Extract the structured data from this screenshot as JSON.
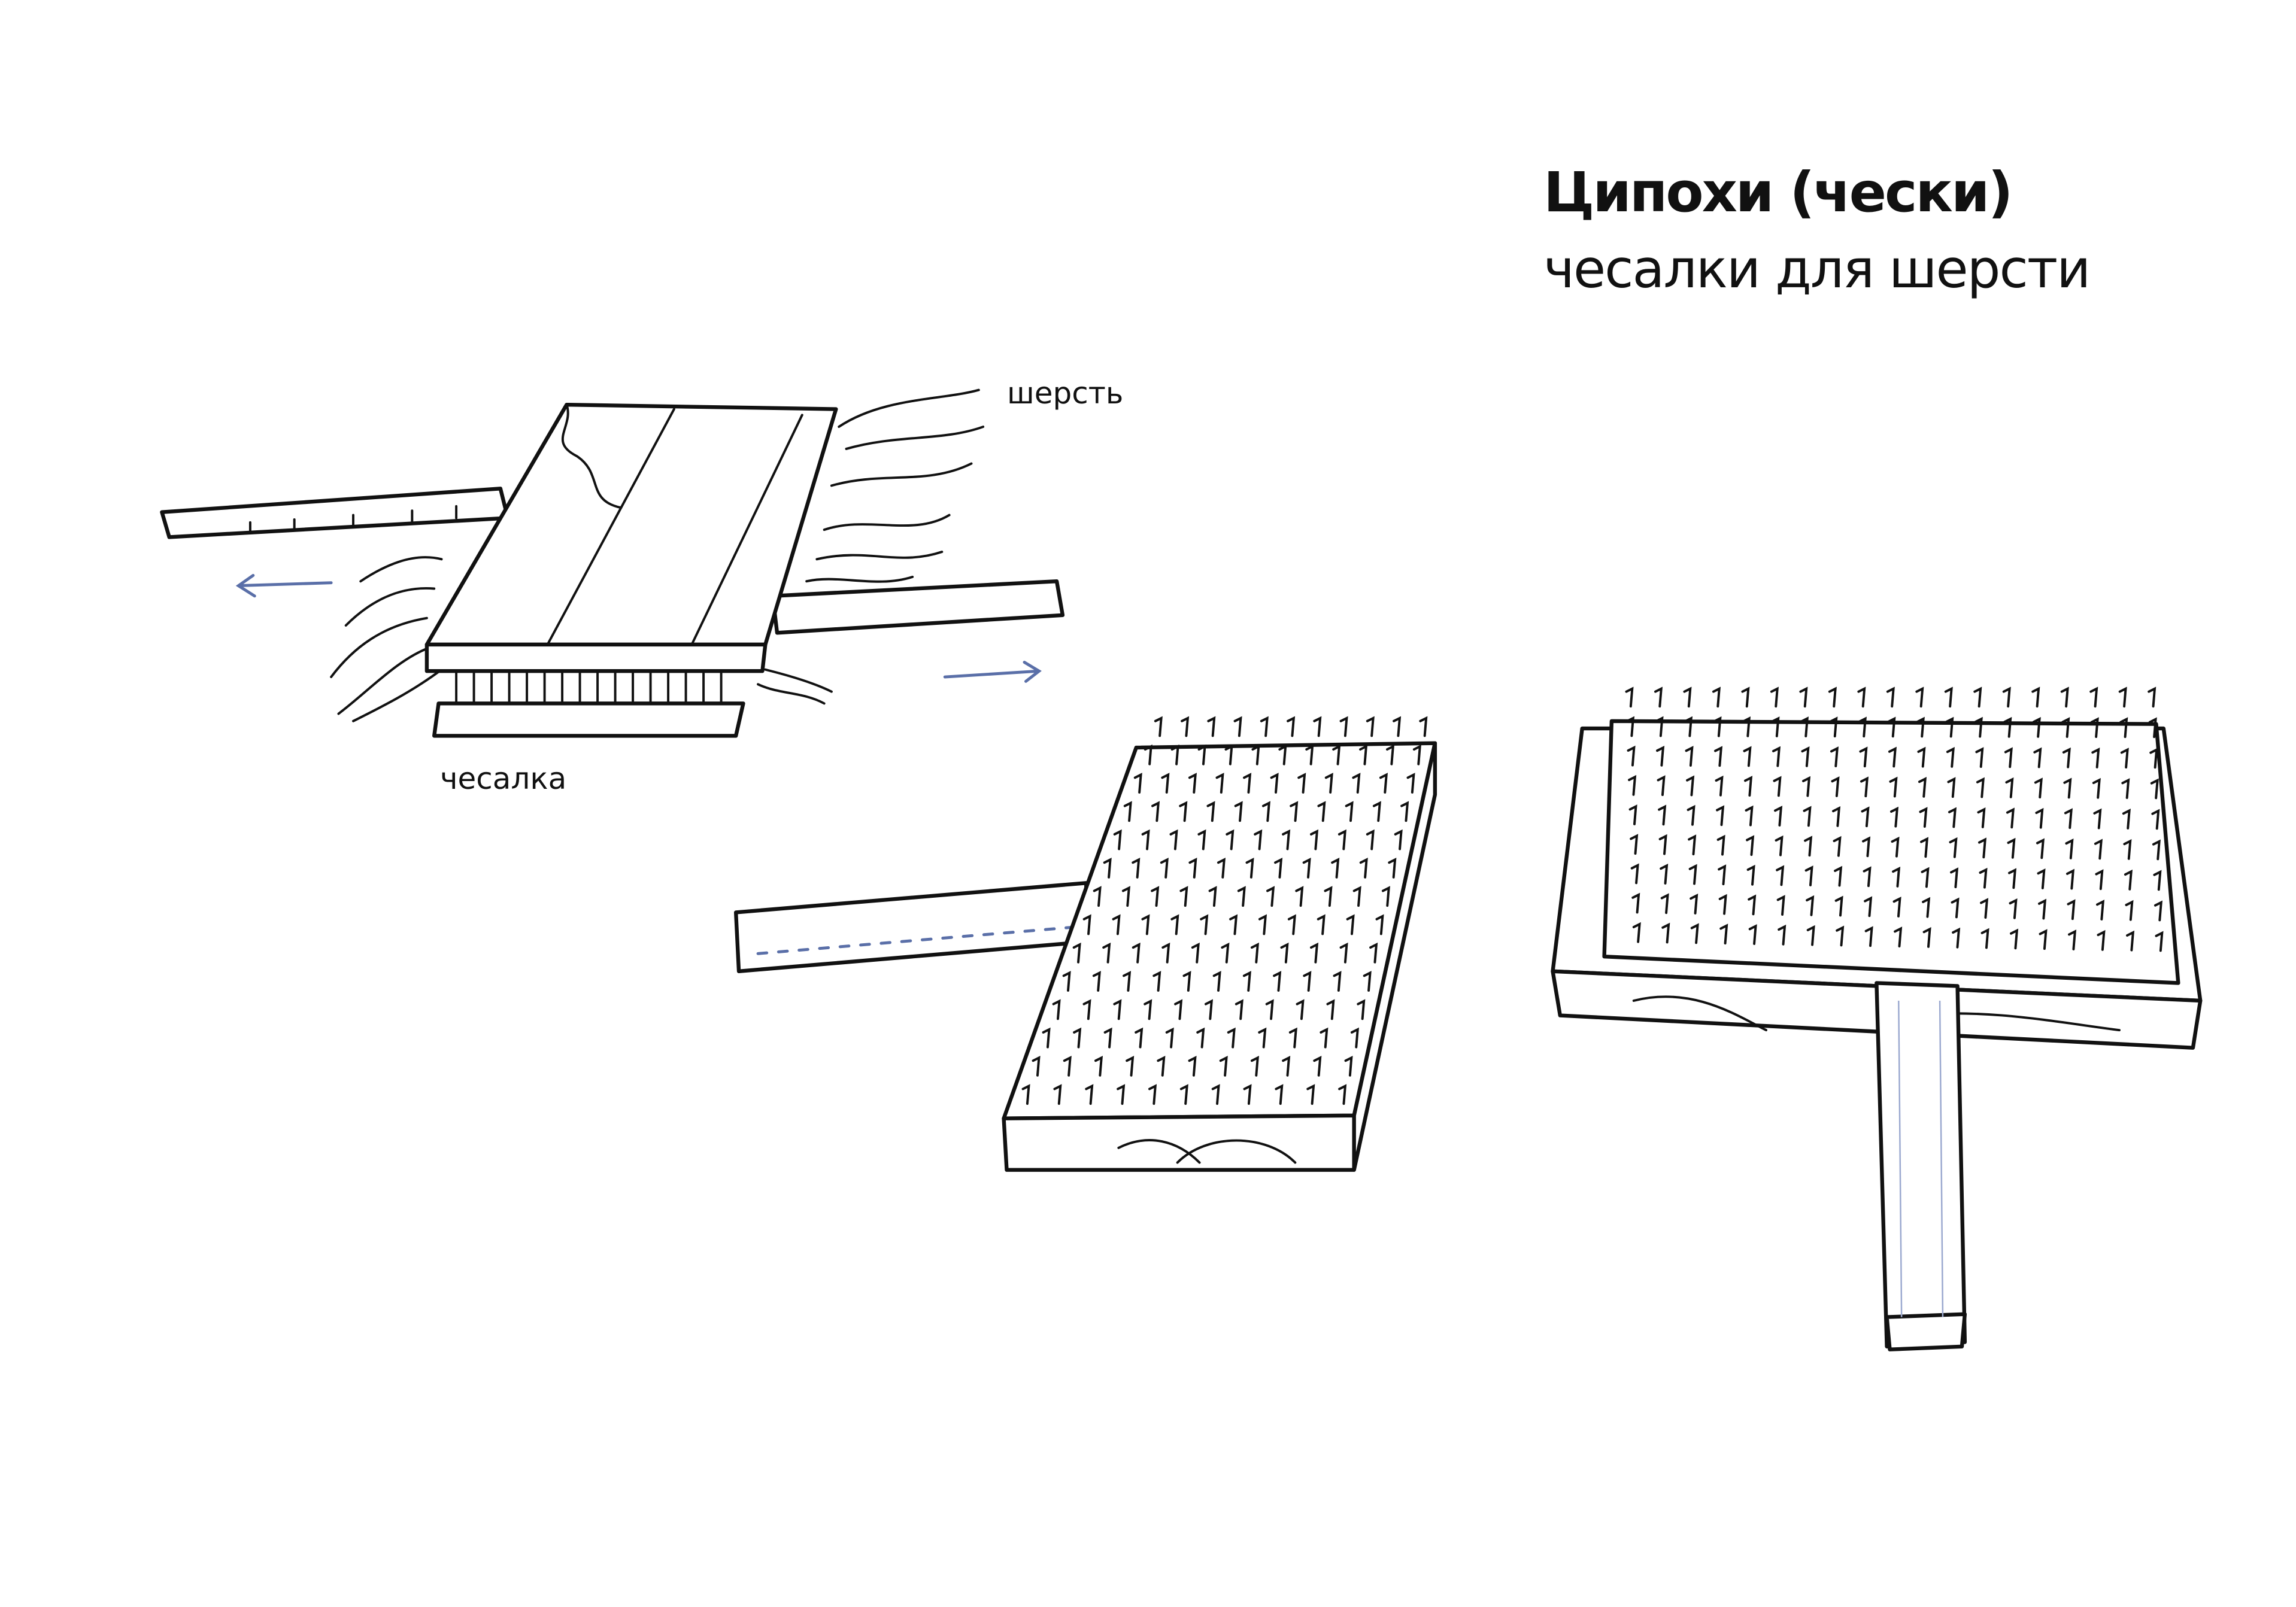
{
  "title": "Ципохи (чески)",
  "subtitle": "чесалки для шерсти",
  "labels": {
    "wool": "шерсть",
    "card": "чесалка"
  },
  "colors": {
    "ink": "#111111",
    "arrow_blue": "#5a6fa8",
    "pencil": "#9aa8cf"
  }
}
